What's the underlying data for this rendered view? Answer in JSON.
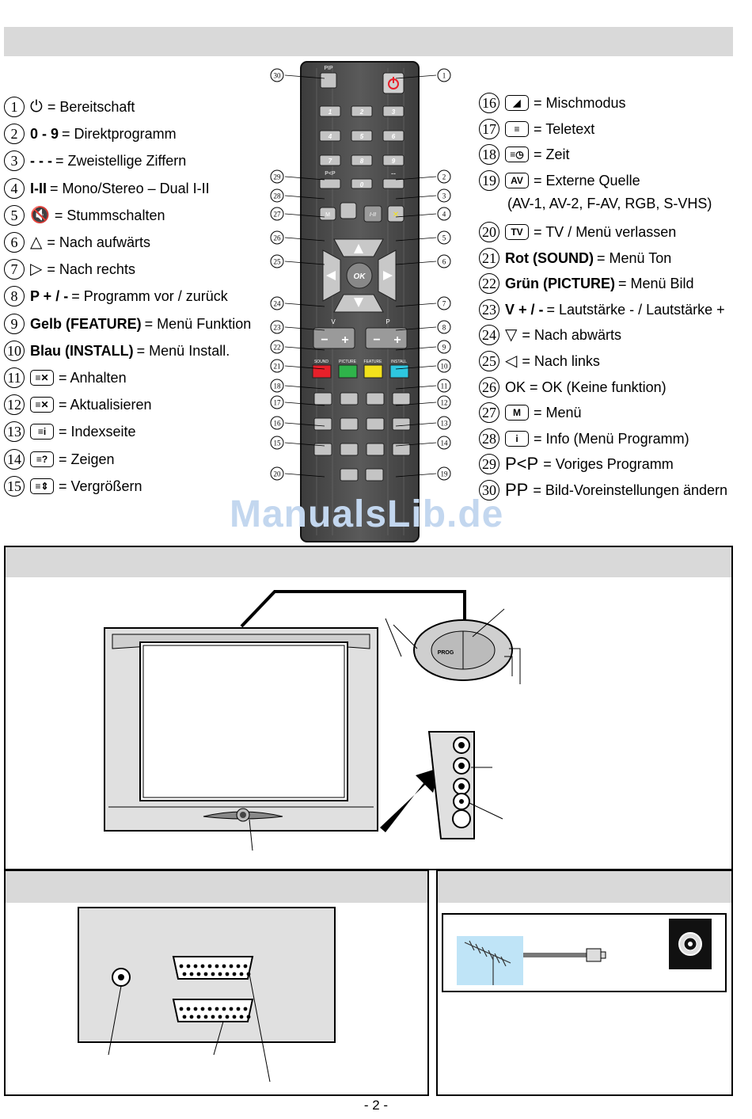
{
  "legend_left": [
    {
      "n": "1",
      "icon": "power-icon",
      "text": "= Bereitschaft"
    },
    {
      "n": "2",
      "bold": "0 - 9",
      "text": "= Direktprogramm"
    },
    {
      "n": "3",
      "bold": "- - -",
      "text": "= Zweistellige Ziffern"
    },
    {
      "n": "4",
      "bold": "I-II",
      "text": "= Mono/Stereo – Dual I-II"
    },
    {
      "n": "5",
      "icon": "mute-icon",
      "text": "= Stummschalten"
    },
    {
      "n": "6",
      "icon": "triangle-up-icon",
      "text": "= Nach aufwärts"
    },
    {
      "n": "7",
      "icon": "triangle-right-icon",
      "text": "= Nach rechts"
    },
    {
      "n": "8",
      "bold": "P + / -",
      "text": "= Programm vor / zurück"
    },
    {
      "n": "9",
      "bold": "Gelb (FEATURE)",
      "text": "= Menü Funktion"
    },
    {
      "n": "10",
      "bold": "Blau (INSTALL)",
      "text": "= Menü Install."
    },
    {
      "n": "11",
      "icon": "hold-icon",
      "text": "= Anhalten"
    },
    {
      "n": "12",
      "icon": "update-icon",
      "text": "= Aktualisieren"
    },
    {
      "n": "13",
      "icon": "index-icon",
      "text": "= Indexseite"
    },
    {
      "n": "14",
      "icon": "reveal-icon",
      "text": "= Zeigen"
    },
    {
      "n": "15",
      "icon": "expand-icon",
      "text": "= Vergrößern"
    }
  ],
  "legend_right": [
    {
      "n": "16",
      "icon": "mix-icon",
      "text": "= Mischmodus"
    },
    {
      "n": "17",
      "icon": "teletext-icon",
      "text": "= Teletext"
    },
    {
      "n": "18",
      "icon": "time-icon",
      "text": "= Zeit"
    },
    {
      "n": "19",
      "icon": "av-icon",
      "label": "AV",
      "text": "= Externe Quelle"
    },
    {
      "n": "",
      "text": "(AV-1, AV-2, F-AV, RGB, S-VHS)"
    },
    {
      "n": "20",
      "icon": "tv-icon",
      "label": "TV",
      "text": "= TV / Menü verlassen"
    },
    {
      "n": "21",
      "bold": "Rot (SOUND)",
      "text": "= Menü Ton"
    },
    {
      "n": "22",
      "bold": "Grün (PICTURE)",
      "text": "= Menü Bild"
    },
    {
      "n": "23",
      "bold": "V + / -",
      "text": "= Lautstärke - / Lautstärke +"
    },
    {
      "n": "24",
      "icon": "triangle-down-icon",
      "text": "= Nach abwärts"
    },
    {
      "n": "25",
      "icon": "triangle-left-icon",
      "text": "= Nach links"
    },
    {
      "n": "26",
      "text": "OK = OK (Keine funktion)"
    },
    {
      "n": "27",
      "icon": "menu-icon",
      "label": "M",
      "text": "= Menü"
    },
    {
      "n": "28",
      "icon": "info-icon",
      "label": "i",
      "text": "= Info (Menü Programm)"
    },
    {
      "n": "29",
      "icon": "pp-prev-icon",
      "label": "P<P",
      "text": "= Voriges Programm"
    },
    {
      "n": "30",
      "icon": "pp-preset-icon",
      "label": "PP",
      "text": "= Bild-Voreinstellungen ändern"
    }
  ],
  "remote": {
    "pip_label": "PIP",
    "digits": [
      "1",
      "2",
      "3",
      "4",
      "5",
      "6",
      "7",
      "8",
      "9"
    ],
    "pp_label": "P<P",
    "zero": "0",
    "dash": "--",
    "i2": "I-II",
    "ok": "OK",
    "v_label": "V",
    "p_label": "P",
    "minus": "−",
    "plus": "+",
    "sound": "SOUND",
    "picture": "PICTURE",
    "feature": "FEATURE",
    "install": "INSTALL",
    "colors": {
      "red": "#e8202a",
      "green": "#2fb34a",
      "yellow": "#f2e11c",
      "blue": "#2ec7e0",
      "body": "#4a4a4a"
    },
    "callouts_left": [
      "30",
      "29",
      "28",
      "27",
      "26",
      "25",
      "24",
      "23",
      "22",
      "21",
      "18",
      "17",
      "16",
      "15",
      "20"
    ],
    "callouts_right": [
      "1",
      "2",
      "3",
      "4",
      "5",
      "6",
      "7",
      "8",
      "9",
      "10",
      "11",
      "12",
      "13",
      "14",
      "19"
    ]
  },
  "watermark": "ManualsLib.de",
  "tv_panel": {
    "knob_label": "PROG"
  },
  "page_number": "- 2 -"
}
